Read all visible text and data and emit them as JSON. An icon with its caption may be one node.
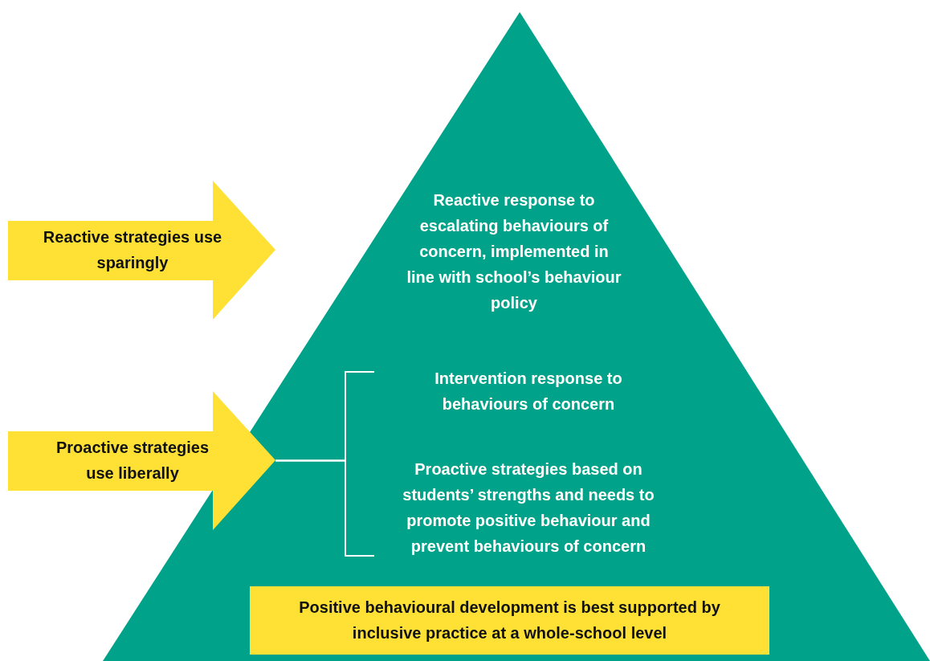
{
  "diagram": {
    "nodes": [
      {
        "text": [],
        "shape": "triangle"
      },
      {
        "text": [
          "Reactive response to escalating behaviours of concern, implemented in line with school’s behaviour policy"
        ],
        "in": 0
      },
      {
        "text": [
          "Intervention response to behaviours of concern"
        ],
        "in": 0
      },
      {
        "text": [
          "Proactive strategies based on students’ strengths and needs to promote positive behaviour and prevent behaviours of concern"
        ],
        "in": 0
      },
      {
        "text": [
          "Positive behavioural development is best supported by inclusive practice at a whole-school level"
        ],
        "in": 0
      },
      {
        "text": [
          "Reactive strategies use sparingly"
        ]
      },
      {
        "text": [
          "Proactive strategies use liberally"
        ]
      }
    ],
    "edges": [
      {
        "from": 6,
        "to": 2,
        "arrow": "none",
        "color": "#ffffff"
      },
      {
        "from": 6,
        "to": 3,
        "arrow": "none",
        "color": "#ffffff"
      }
    ]
  }
}
